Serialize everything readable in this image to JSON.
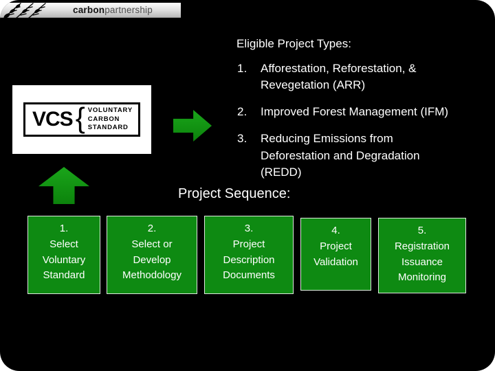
{
  "header": {
    "brand_carbon": "carbon",
    "brand_partnership": "partnership"
  },
  "vcs_logo": {
    "acronym": "VCS",
    "brace": "{",
    "word1": "VOLUNTARY",
    "word2": "CARBON",
    "word3": "STANDARD"
  },
  "eligible": {
    "title": "Eligible Project Types:",
    "items": [
      {
        "num": "1.",
        "text": "Afforestation, Reforestation, &\nRevegetation (ARR)"
      },
      {
        "num": "2.",
        "text": "Improved Forest Management (IFM)"
      },
      {
        "num": "3.",
        "text": "Reducing Emissions from\nDeforestation and Degradation\n(REDD)"
      }
    ]
  },
  "sequence": {
    "title": "Project Sequence:",
    "steps": [
      {
        "label": "1.\nSelect\nVoluntary\nStandard"
      },
      {
        "label": "2.\nSelect or\nDevelop\nMethodology"
      },
      {
        "label": "3.\nProject\nDescription\nDocuments"
      },
      {
        "label": "4.\nProject\nValidation"
      },
      {
        "label": "5.\nRegistration\nIssuance\nMonitoring"
      }
    ]
  },
  "colors": {
    "background": "#000000",
    "text": "#ffffff",
    "step_green": "#0e8a12",
    "arrow_green": "#15a015"
  }
}
